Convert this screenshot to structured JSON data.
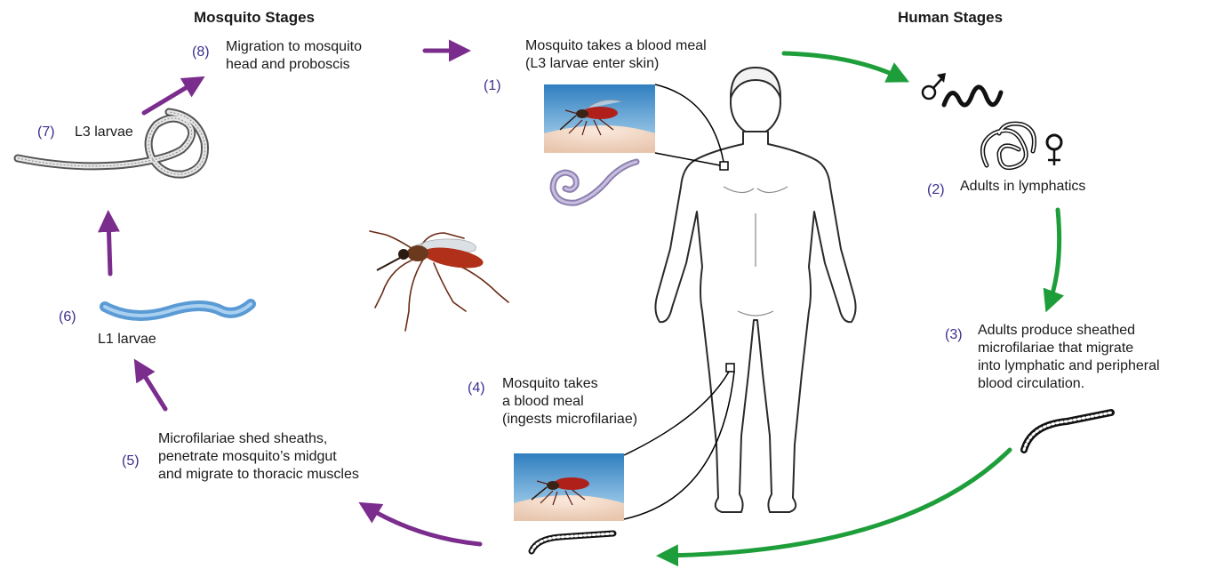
{
  "headings": {
    "mosquito": "Mosquito Stages",
    "human": "Human Stages"
  },
  "stages": {
    "s1": {
      "num": "(1)",
      "lines": [
        "Mosquito takes a blood meal",
        "(L3 larvae enter skin)"
      ]
    },
    "s2": {
      "num": "(2)",
      "lines": [
        "Adults in lymphatics"
      ]
    },
    "s3": {
      "num": "(3)",
      "lines": [
        "Adults produce sheathed",
        "microfilariae that migrate",
        "into lymphatic and peripheral",
        "blood circulation."
      ]
    },
    "s4": {
      "num": "(4)",
      "lines": [
        "Mosquito takes",
        "a blood meal",
        "(ingests microfilariae)"
      ]
    },
    "s5": {
      "num": "(5)",
      "lines": [
        "Microfilariae shed sheaths,",
        "penetrate mosquito’s midgut",
        "and migrate to thoracic muscles"
      ]
    },
    "s6": {
      "num": "(6)",
      "lines": [
        "L1 larvae"
      ]
    },
    "s7": {
      "num": "(7)",
      "lines": [
        "L3 larvae"
      ]
    },
    "s8": {
      "num": "(8)",
      "lines": [
        "Migration to mosquito",
        "head and proboscis"
      ]
    }
  },
  "colors": {
    "purple_arrow": "#7b2d8e",
    "green_arrow": "#1e9e3a",
    "number": "#3b2f8f"
  },
  "icons": {
    "male": "male-symbol-icon",
    "female": "female-symbol-icon"
  }
}
